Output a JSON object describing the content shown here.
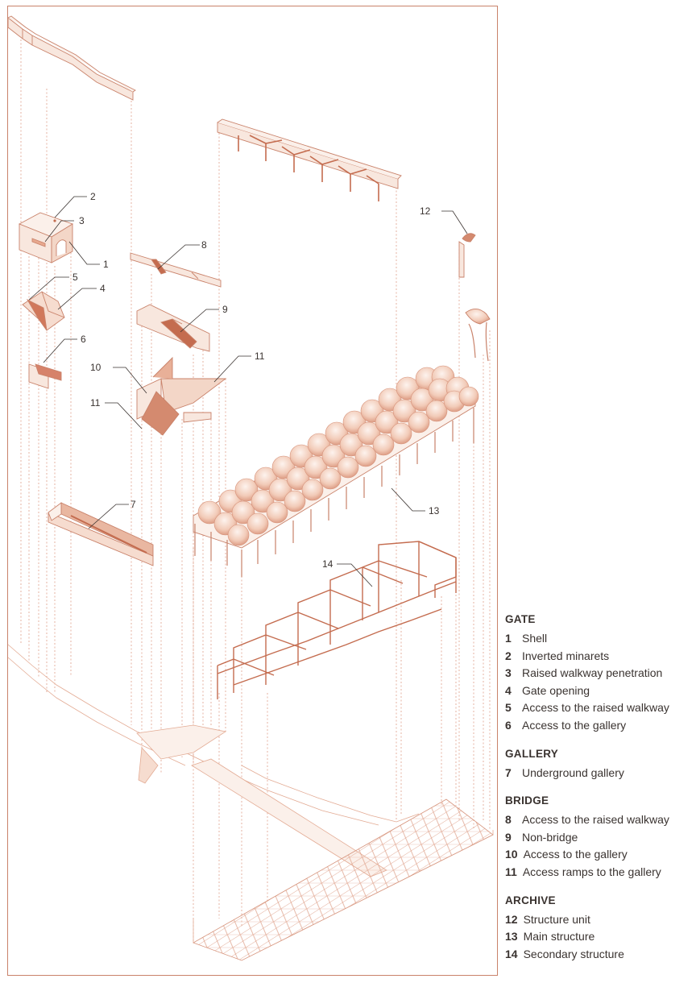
{
  "colors": {
    "stroke": "#c9826a",
    "fill_light": "#f6e1d6",
    "fill_mid": "#eab69d",
    "fill_dark": "#c46c4f",
    "text": "#3a3330"
  },
  "callouts": [
    "1",
    "2",
    "3",
    "4",
    "5",
    "6",
    "7",
    "8",
    "9",
    "10",
    "11",
    "11",
    "12",
    "13",
    "14"
  ],
  "legend": [
    {
      "title": "GATE",
      "items": [
        {
          "num": "1",
          "label": "Shell"
        },
        {
          "num": "2",
          "label": "Inverted minarets"
        },
        {
          "num": "3",
          "label": "Raised walkway penetration"
        },
        {
          "num": "4",
          "label": "Gate opening"
        },
        {
          "num": "5",
          "label": "Access to the raised walkway"
        },
        {
          "num": "6",
          "label": "Access to the gallery"
        }
      ]
    },
    {
      "title": "GALLERY",
      "items": [
        {
          "num": "7",
          "label": "Underground gallery"
        }
      ]
    },
    {
      "title": "BRIDGE",
      "items": [
        {
          "num": "8",
          "label": "Access to the raised walkway"
        },
        {
          "num": "9",
          "label": "Non-bridge"
        },
        {
          "num": "10",
          "label": "Access to the gallery"
        },
        {
          "num": "11",
          "label": "Access ramps to the gallery"
        }
      ]
    },
    {
      "title": "ARCHIVE",
      "items": [
        {
          "num": "12",
          "label": "Structure unit"
        },
        {
          "num": "13",
          "label": "Main structure"
        },
        {
          "num": "14",
          "label": "Secondary structure"
        }
      ]
    }
  ]
}
